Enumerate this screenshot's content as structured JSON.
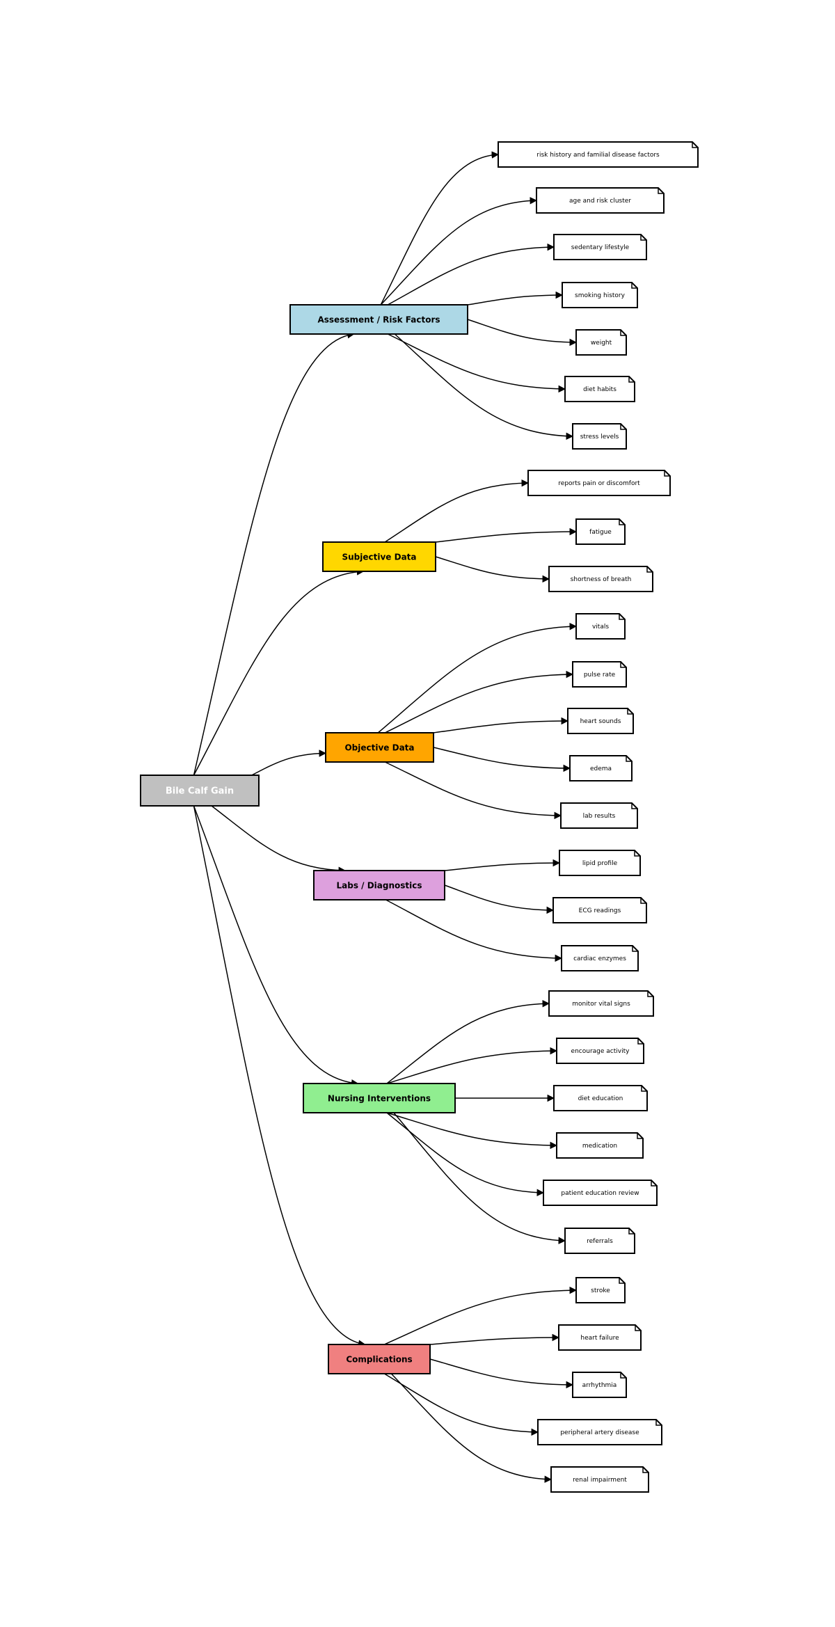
{
  "diagram": {
    "root": {
      "label": "Bile Calf Gain",
      "fill": "#c0c0c0",
      "text_color": "#ffffff"
    },
    "categories": [
      {
        "id": "assessment",
        "label": "Assessment / Risk Factors",
        "fill": "#add8e6",
        "leaves": [
          "risk history and familial disease factors",
          "age and risk cluster",
          "sedentary lifestyle",
          "smoking history",
          "weight",
          "diet habits",
          "stress levels"
        ]
      },
      {
        "id": "subjective",
        "label": "Subjective Data",
        "fill": "#ffd700",
        "leaves": [
          "reports pain or discomfort",
          "fatigue",
          "shortness of breath"
        ]
      },
      {
        "id": "objective",
        "label": "Objective Data",
        "fill": "#ffa500",
        "leaves": [
          "vitals",
          "pulse rate",
          "heart sounds",
          "edema",
          "lab results"
        ]
      },
      {
        "id": "labs",
        "label": "Labs / Diagnostics",
        "fill": "#dda0dd",
        "leaves": [
          "lipid profile",
          "ECG readings",
          "cardiac enzymes"
        ]
      },
      {
        "id": "nursing",
        "label": "Nursing Interventions",
        "fill": "#90ee90",
        "leaves": [
          "monitor vital signs",
          "encourage activity",
          "diet education",
          "medication",
          "patient education review",
          "referrals"
        ]
      },
      {
        "id": "complications",
        "label": "Complications",
        "fill": "#f08080",
        "leaves": [
          "stroke",
          "heart failure",
          "arrhythmia",
          "peripheral artery disease",
          "renal impairment"
        ]
      }
    ]
  }
}
